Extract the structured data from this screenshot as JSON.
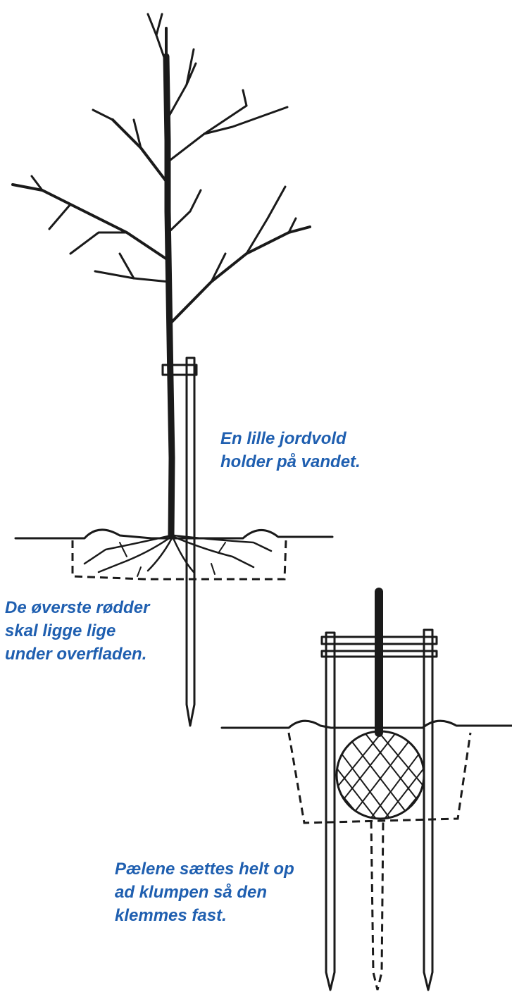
{
  "colors": {
    "caption": "#1f5fb0",
    "ink": "#1a1a1a",
    "background": "#ffffff"
  },
  "captions": {
    "mound": [
      "En lille jordvold",
      "holder på vandet."
    ],
    "roots": [
      "De øverste rødder",
      "skal ligge lige",
      "under overfladen."
    ],
    "stakes": [
      "Pælene sættes helt op",
      "ad klumpen så den",
      "klemmes fast."
    ]
  },
  "illustrations": {
    "bare_root_tree": "bare-root tree with single stake",
    "root_ball_tree": "root-ball tree with two stakes"
  }
}
